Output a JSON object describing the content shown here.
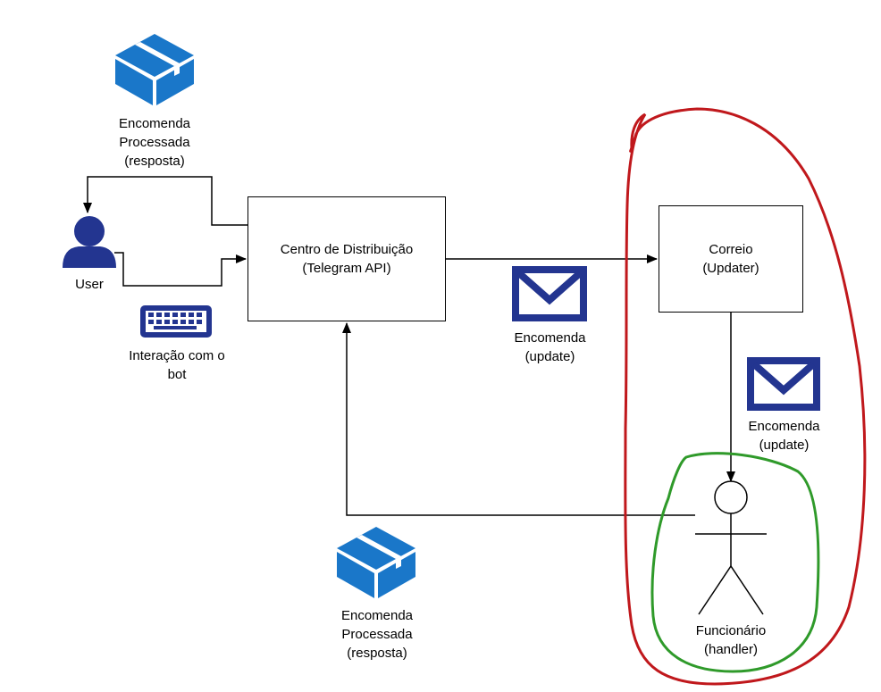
{
  "colors": {
    "package_blue": "#1a77c9",
    "package_blue_dark": "#0e5ea8",
    "navy": "#233590",
    "outline_red": "#c0181c",
    "outline_green": "#2f9a2a",
    "line": "#000000"
  },
  "icons": {
    "package_top": "package-icon",
    "package_bottom": "package-icon",
    "user": "user-icon",
    "keyboard": "keyboard-icon",
    "envelope_mid": "envelope-icon",
    "envelope_right": "envelope-icon",
    "actor": "stick-figure-icon"
  },
  "nodes": {
    "distribution": {
      "line1": "Centro de Distribuição",
      "line2": "(Telegram API)"
    },
    "mail": {
      "line1": "Correio",
      "line2": "(Updater)"
    }
  },
  "labels": {
    "package_top": {
      "line1": "Encomenda",
      "line2": "Processada",
      "line3": "(resposta)"
    },
    "package_bottom": {
      "line1": "Encomenda",
      "line2": "Processada",
      "line3": "(resposta)"
    },
    "user": "User",
    "keyboard": {
      "line1": "Interação com o",
      "line2": "bot"
    },
    "envelope_mid": {
      "line1": "Encomenda",
      "line2": "(update)"
    },
    "envelope_right": {
      "line1": "Encomenda",
      "line2": "(update)"
    },
    "actor": {
      "line1": "Funcionário",
      "line2": "(handler)"
    }
  }
}
